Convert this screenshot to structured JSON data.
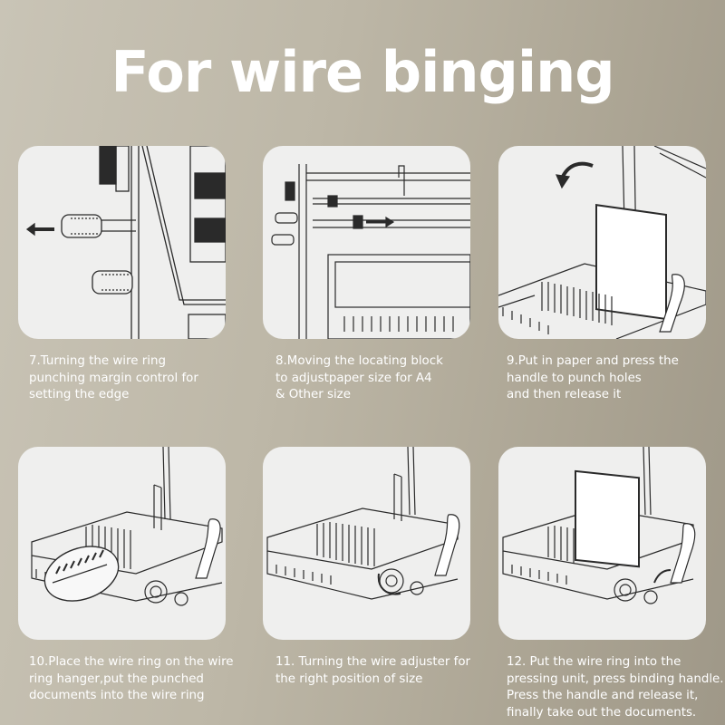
{
  "title": "For wire binging",
  "steps": [
    {
      "caption_lines": [
        "7.Turning the wire ring",
        "punching margin control for",
        "setting the edge"
      ],
      "illustration": "margin-knob-pull-out"
    },
    {
      "caption_lines": [
        "8.Moving the locating block",
        "to adjustpaper size for A4",
        "& Other size"
      ],
      "illustration": "locating-block-slide"
    },
    {
      "caption_lines": [
        "9.Put in paper and press the",
        "handle to punch holes",
        "and then release it"
      ],
      "illustration": "paper-punch-handle"
    },
    {
      "caption_lines": [
        "10.Place the wire ring on the wire",
        "ring hanger,put the punched",
        "documents into the wire ring"
      ],
      "illustration": "wire-ring-hanger"
    },
    {
      "caption_lines": [
        "11. Turning the wire adjuster for",
        "the right position of size"
      ],
      "illustration": "wire-adjuster-dial"
    },
    {
      "caption_lines": [
        "12. Put the wire ring into the",
        "pressing unit, press binding handle.",
        "Press the handle and release it,",
        "finally take out the documents."
      ],
      "illustration": "pressing-unit-handle"
    }
  ],
  "colors": {
    "card_bg": "#efefee",
    "line": "#2a2a2a",
    "text": "#ffffff"
  }
}
